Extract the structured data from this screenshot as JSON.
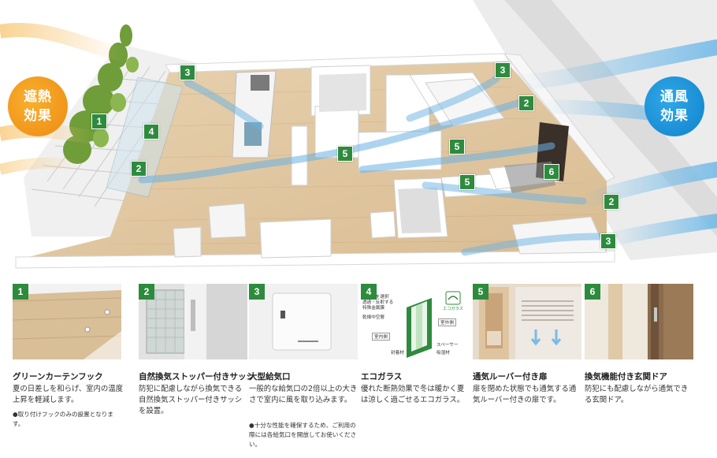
{
  "effects": {
    "heat": {
      "line1": "遮熱",
      "line2": "効果",
      "color": "#f29a1e"
    },
    "vent": {
      "line1": "通風",
      "line2": "効果",
      "color": "#1f95dc"
    }
  },
  "plan_badges": {
    "b1": "1",
    "b2a": "2",
    "b2b": "2",
    "b2c": "2",
    "b3a": "3",
    "b3b": "3",
    "b3c": "3",
    "b4": "4",
    "b5a": "5",
    "b5b": "5",
    "b5c": "5",
    "b6": "6"
  },
  "features": [
    {
      "num": "1",
      "title": "グリーンカーテンフック",
      "desc": "夏の日差しを和らげ、室内の温度上昇を軽減します。",
      "note": "●取り付けフックのみの設置となります。"
    },
    {
      "num": "2",
      "title": "自然換気ストッパー付きサッシ",
      "desc": "防犯に配慮しながら換気できる自然換気ストッパー付きサッシを設置。",
      "note": ""
    },
    {
      "num": "3",
      "title": "大型給気口",
      "desc": "一般的な給気口の2倍以上の大きさで室内に風を取り込みます。",
      "note": "●十分な性能を確保するため、ご利用の際には各給気口を開放してお使いください。"
    },
    {
      "num": "4",
      "title": "エコガラス",
      "desc": "優れた断熱効果で冬は暖かく夏は涼しく過ごせるエコガラス。",
      "note": "",
      "diagram": {
        "l1": "光や熱を選択",
        "l2": "透過・反射する",
        "l3": "特殊金属膜",
        "dry": "乾燥中空層",
        "indoor": "室内側",
        "outdoor": "室外側",
        "spacer": "スペーサー",
        "desiccant": "吸湿材",
        "sealant": "封着材",
        "logo": "エコガラス"
      }
    },
    {
      "num": "5",
      "title": "通気ルーバー付き扉",
      "desc": "扉を閉めた状態でも通気する通気ルーバー付きの扉です。",
      "note": ""
    },
    {
      "num": "6",
      "title": "換気機能付き玄関ドア",
      "desc": "防犯にも配慮しながら通気できる玄関ドア。",
      "note": ""
    }
  ]
}
